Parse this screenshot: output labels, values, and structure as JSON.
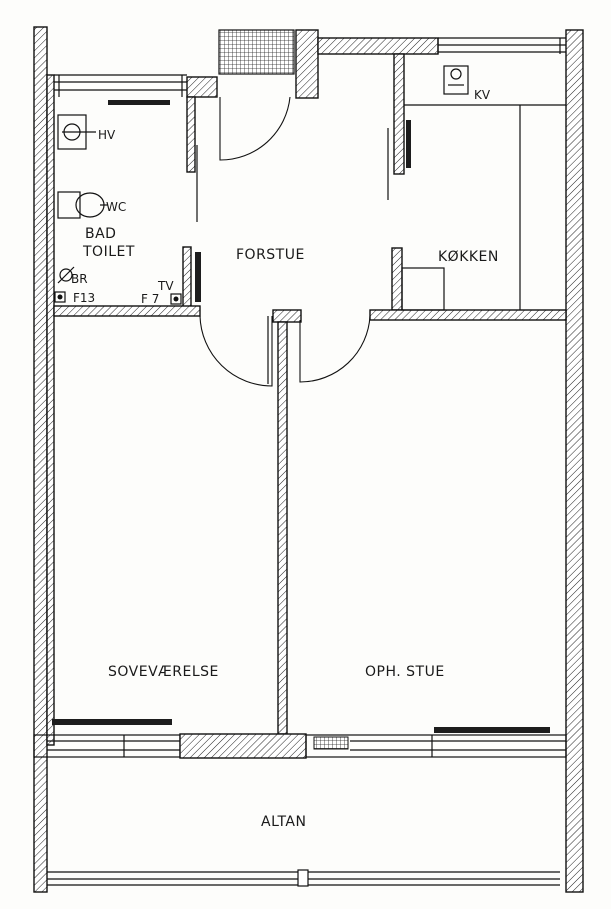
{
  "rooms": {
    "forstue": "FORSTUE",
    "kokken": "KØKKEN",
    "bad": "BAD",
    "toilet": "TOILET",
    "sovevaerelse": "SOVEVÆRELSE",
    "oph_stue": "OPH. STUE",
    "altan": "ALTAN"
  },
  "fixtures": {
    "hv": "HV",
    "wc": "WC",
    "br": "BR",
    "f13": "F13",
    "tv": "TV",
    "f7": "F 7",
    "kv": "KV"
  },
  "colors": {
    "line": "#111111",
    "paper": "#fdfdfb"
  }
}
